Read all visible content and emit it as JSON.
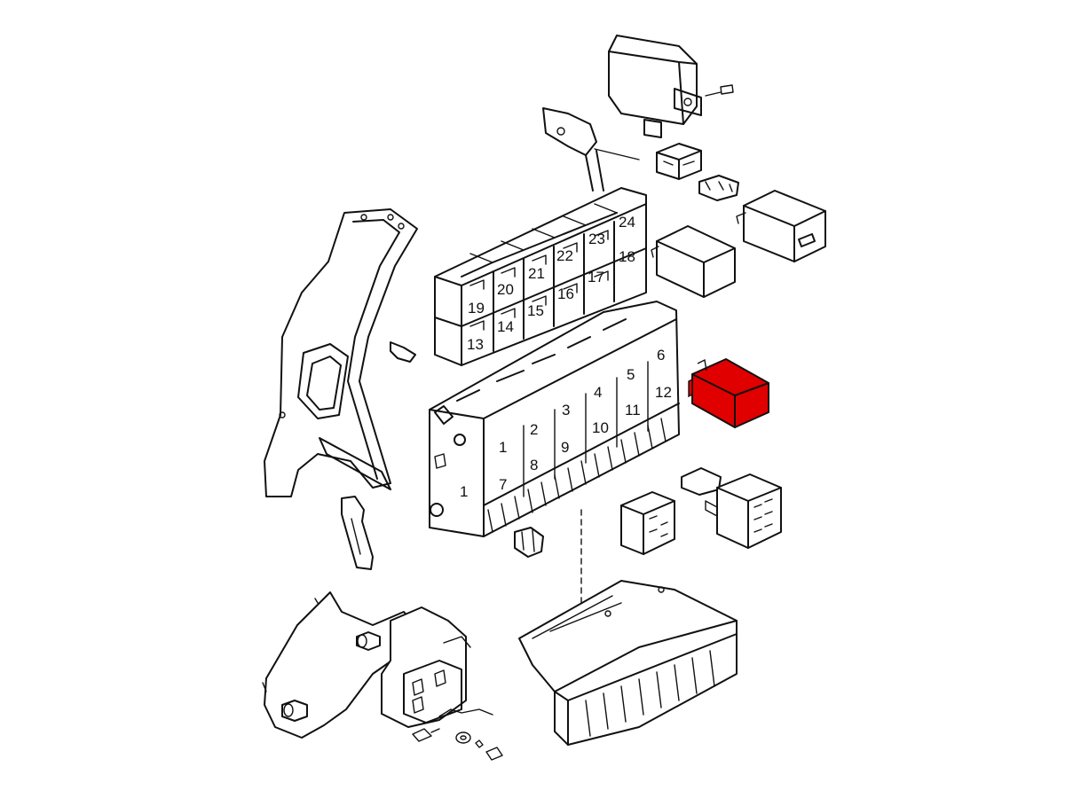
{
  "diagram": {
    "highlight_color": "#e00000",
    "relay_labels": [
      {
        "id": "19",
        "text": "19"
      },
      {
        "id": "20",
        "text": "20"
      },
      {
        "id": "21",
        "text": "21"
      },
      {
        "id": "22",
        "text": "22"
      },
      {
        "id": "23",
        "text": "23"
      },
      {
        "id": "24",
        "text": "24"
      },
      {
        "id": "13",
        "text": "13"
      },
      {
        "id": "14",
        "text": "14"
      },
      {
        "id": "15",
        "text": "15"
      },
      {
        "id": "16",
        "text": "16"
      },
      {
        "id": "17",
        "text": "17"
      },
      {
        "id": "18",
        "text": "18"
      }
    ],
    "slot_labels": [
      {
        "id": "1",
        "text": "1"
      },
      {
        "id": "2",
        "text": "2"
      },
      {
        "id": "3",
        "text": "3"
      },
      {
        "id": "4",
        "text": "4"
      },
      {
        "id": "5",
        "text": "5"
      },
      {
        "id": "6",
        "text": "6"
      },
      {
        "id": "7",
        "text": "7"
      },
      {
        "id": "8",
        "text": "8"
      },
      {
        "id": "9",
        "text": "9"
      },
      {
        "id": "10",
        "text": "10"
      },
      {
        "id": "11",
        "text": "11"
      },
      {
        "id": "12",
        "text": "12"
      },
      {
        "id": "fuse1",
        "text": "1"
      }
    ]
  }
}
